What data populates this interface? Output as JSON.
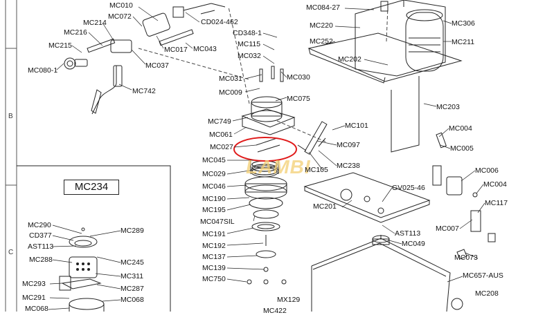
{
  "grid": {
    "rows": [
      "B",
      "C"
    ]
  },
  "inset": {
    "title": "MC234"
  },
  "watermark": "LAMBI",
  "highlight_color": "#e01b1b",
  "labels": [
    {
      "id": "MC010",
      "t": "MC010"
    },
    {
      "id": "MC072",
      "t": "MC072"
    },
    {
      "id": "MC214",
      "t": "MC214"
    },
    {
      "id": "MC216",
      "t": "MC216"
    },
    {
      "id": "MC215",
      "t": "MC215"
    },
    {
      "id": "MC080-1",
      "t": "MC080-1"
    },
    {
      "id": "MC017",
      "t": "MC017"
    },
    {
      "id": "MC043",
      "t": "MC043"
    },
    {
      "id": "CD024-462",
      "t": "CD024-462"
    },
    {
      "id": "MC037",
      "t": "MC037"
    },
    {
      "id": "MC742",
      "t": "MC742"
    },
    {
      "id": "CD348-1",
      "t": "CD348-1"
    },
    {
      "id": "MC115",
      "t": "MC115"
    },
    {
      "id": "MC032",
      "t": "MC032"
    },
    {
      "id": "MC031",
      "t": "MC031"
    },
    {
      "id": "MC030",
      "t": "MC030"
    },
    {
      "id": "MC009",
      "t": "MC009"
    },
    {
      "id": "MC075",
      "t": "MC075"
    },
    {
      "id": "MC749",
      "t": "MC749"
    },
    {
      "id": "MC061",
      "t": "MC061"
    },
    {
      "id": "MC027",
      "t": "MC027"
    },
    {
      "id": "MC045",
      "t": "MC045"
    },
    {
      "id": "MC029",
      "t": "MC029"
    },
    {
      "id": "MC046",
      "t": "MC046"
    },
    {
      "id": "MC190",
      "t": "MC190"
    },
    {
      "id": "MC195",
      "t": "MC195"
    },
    {
      "id": "MC047SIL",
      "t": "MC047SIL"
    },
    {
      "id": "MC191",
      "t": "MC191"
    },
    {
      "id": "MC192",
      "t": "MC192"
    },
    {
      "id": "MC137",
      "t": "MC137"
    },
    {
      "id": "MC139",
      "t": "MC139"
    },
    {
      "id": "MC750",
      "t": "MC750"
    },
    {
      "id": "MX129",
      "t": "MX129"
    },
    {
      "id": "MC422",
      "t": "MC422"
    },
    {
      "id": "MC084-27",
      "t": "MC084-27"
    },
    {
      "id": "MC220",
      "t": "MC220"
    },
    {
      "id": "MC252",
      "t": "MC252"
    },
    {
      "id": "MC306",
      "t": "MC306"
    },
    {
      "id": "MC211",
      "t": "MC211"
    },
    {
      "id": "MC202",
      "t": "MC202"
    },
    {
      "id": "MC203",
      "t": "MC203"
    },
    {
      "id": "MC101",
      "t": "MC101"
    },
    {
      "id": "MC097",
      "t": "MC097"
    },
    {
      "id": "MC105",
      "t": "MC105"
    },
    {
      "id": "MC238",
      "t": "MC238"
    },
    {
      "id": "MC004a",
      "t": "MC004"
    },
    {
      "id": "MC005",
      "t": "MC005"
    },
    {
      "id": "MC006",
      "t": "MC006"
    },
    {
      "id": "MC004b",
      "t": "MC004"
    },
    {
      "id": "GV025-46",
      "t": "GV025-46"
    },
    {
      "id": "MC201",
      "t": "MC201"
    },
    {
      "id": "MC117",
      "t": "MC117"
    },
    {
      "id": "AST113a",
      "t": "AST113"
    },
    {
      "id": "MC007",
      "t": "MC007"
    },
    {
      "id": "MC049",
      "t": "MC049"
    },
    {
      "id": "MC073",
      "t": "MC073"
    },
    {
      "id": "MC657-AUS",
      "t": "MC657-AUS"
    },
    {
      "id": "MC208",
      "t": "MC208"
    },
    {
      "id": "MC290",
      "t": "MC290"
    },
    {
      "id": "MC289",
      "t": "MC289"
    },
    {
      "id": "CD377",
      "t": "CD377"
    },
    {
      "id": "AST113b",
      "t": "AST113"
    },
    {
      "id": "MC245",
      "t": "MC245"
    },
    {
      "id": "MC288",
      "t": "MC288"
    },
    {
      "id": "MC311",
      "t": "MC311"
    },
    {
      "id": "MC293",
      "t": "MC293"
    },
    {
      "id": "MC287",
      "t": "MC287"
    },
    {
      "id": "MC291",
      "t": "MC291"
    },
    {
      "id": "MC068a",
      "t": "MC068"
    },
    {
      "id": "MC068b",
      "t": "MC068"
    }
  ]
}
